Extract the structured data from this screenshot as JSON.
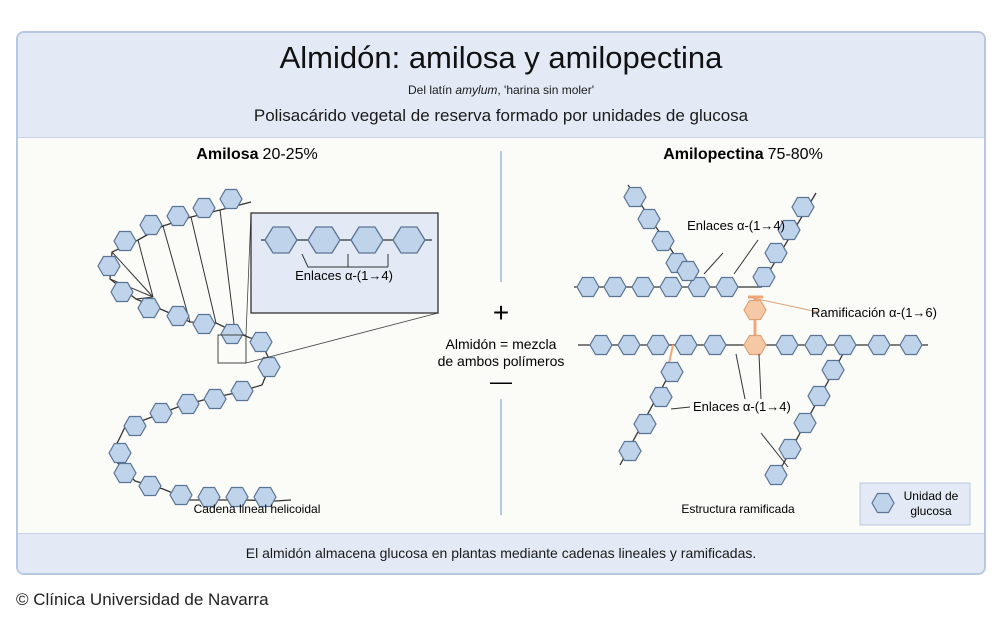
{
  "header": {
    "title": "Almidón: amilosa y amilopectina",
    "subtitle_prefix": "Del latín ",
    "subtitle_term": "amylum",
    "subtitle_suffix": ", 'harina sin moler'",
    "description": "Polisacárido vegetal de reserva formado por unidades de glucosa"
  },
  "amylose": {
    "name": "Amilosa",
    "percent": "20-25%",
    "inset_label": "Enlaces α-(1→4)",
    "caption": "Cadena lineal helicoidal"
  },
  "middle": {
    "plus": "+",
    "line1": "Almidón = mezcla",
    "line2": "de ambos polímeros",
    "minus": "—"
  },
  "amylopectin": {
    "name": "Amilopectina",
    "percent": "75-80%",
    "bond_label_top": "Enlaces α-(1→4)",
    "branch_label": "Ramificación α-(1→6)",
    "bond_label_bottom": "Enlaces α-(1→4)",
    "caption": "Estructura ramificada"
  },
  "legend": {
    "line1": "Unidad de",
    "line2": "glucosa"
  },
  "footer": {
    "text": "El almidón almacena glucosa en plantas mediante cadenas lineales y ramificadas."
  },
  "copyright": "© Clínica Universidad de Navarra",
  "colors": {
    "glucose_fill": "#bfd3ea",
    "glucose_stroke": "#5a7496",
    "branch_fill": "#f6c9a6",
    "branch_stroke": "#e0a074",
    "header_bg": "#e3eaf6"
  }
}
